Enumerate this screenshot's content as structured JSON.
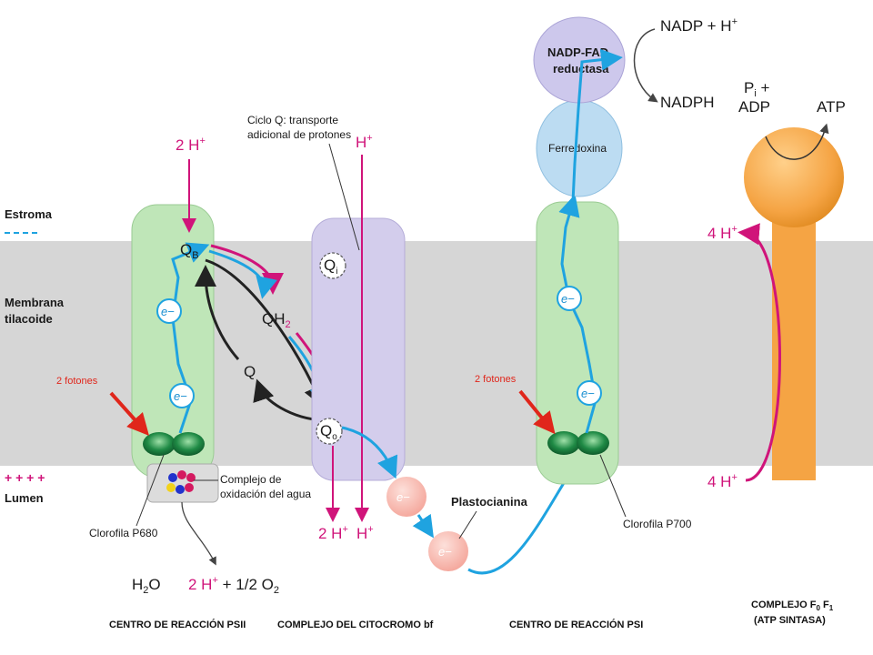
{
  "regions": {
    "stroma": "Estroma",
    "membrane_line1": "Membrana",
    "membrane_line2": "tilacoide",
    "lumen": "Lumen",
    "stroma_charge": "- - - -",
    "lumen_charge": "+ + + +"
  },
  "psii": {
    "photons": "2 fotones",
    "qb": "Q",
    "qb_sub": "B",
    "e1": "e−",
    "e2": "e−",
    "top_proton": "2 H",
    "top_proton_sup": "+",
    "water_complex_line1": "Complejo de",
    "water_complex_line2": "oxidación del agua",
    "chlorophyll": "Clorofila P680",
    "water": "H",
    "water_sub": "2",
    "water_o": "O",
    "products_h": "2 H",
    "products_sup": "+",
    "products_plus": " + ",
    "products_half": "1/2 O",
    "products_sub": "2",
    "caption": "CENTRO DE REACCIÓN PSII"
  },
  "qcycle": {
    "qh2": "QH",
    "qh2_sub": "2",
    "q": "Q",
    "label_line1": "Ciclo Q: transporte",
    "label_line2": "adicional de protones",
    "top_h": "H",
    "top_h_sup": "+"
  },
  "cytochrome": {
    "qi": "Q",
    "qi_sub": "i",
    "qo": "Q",
    "qo_sub": "o",
    "bottom_2h": "2 H",
    "bottom_2h_sup": "+",
    "bottom_h": "H",
    "bottom_h_sup": "+",
    "caption": "COMPLEJO DEL CITOCROMO bf"
  },
  "plastocyanin": {
    "label": "Plastocianina",
    "e1": "e−",
    "e2": "e−"
  },
  "psi": {
    "photons": "2 fotones",
    "e1": "e−",
    "e2": "e−",
    "chlorophyll": "Clorofila P700",
    "caption": "CENTRO DE REACCIÓN PSI",
    "reductase_line1": "NADP-FAD",
    "reductase_line2": "reductasa",
    "ferredoxin": "Ferredoxina",
    "nadp_in": "NADP + H",
    "nadp_in_sup": "+",
    "nadph": "NADPH"
  },
  "atp_synthase": {
    "pi": "P",
    "pi_sub": "i",
    "pi_plus": " +",
    "adp": "ADP",
    "atp": "ATP",
    "h_top": "4 H",
    "h_top_sup": "+",
    "h_bottom": "4 H",
    "h_bottom_sup": "+",
    "caption_line1": "COMPLEJO F",
    "caption_sub0": "0",
    "caption_f1": " F",
    "caption_sub1": "1",
    "caption_line2": "(ATP SINTASA)"
  },
  "colors": {
    "membrane": "#d6d6d6",
    "psi_green": "#bfe6b8",
    "cytochrome": "#d3cdec",
    "reductase": "#cdc8ec",
    "ferredoxin": "#bcdcf2",
    "atp_orange": "#f5a444",
    "electron_blue": "#1fa3e0",
    "proton_magenta": "#d0147a",
    "photon_red": "#e0261b"
  }
}
